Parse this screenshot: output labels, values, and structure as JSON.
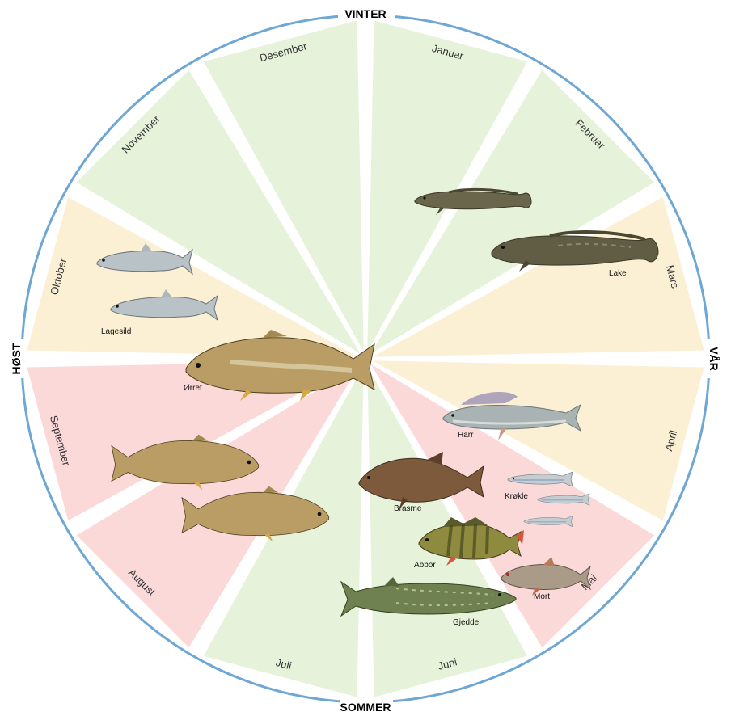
{
  "seasons": {
    "top": "VINTER",
    "right": "VÅR",
    "bottom": "SOMMER",
    "left": "HØST"
  },
  "colors": {
    "green": "#e6f2d9",
    "yellow": "#fbf0d3",
    "pink": "#fbd9d9",
    "ring": "#6ea6d4",
    "trout": "#b99a5e",
    "burbot": "#5d5a42",
    "pike": "#6b7d4e",
    "perch": "#8c8a3c",
    "bream": "#7a5a3d",
    "silver": "#b9c2c6",
    "grayling": "#9aa6a8",
    "roach": "#a79a88"
  },
  "months": [
    {
      "key": "januar",
      "label": "Januar",
      "color": "green"
    },
    {
      "key": "februar",
      "label": "Februar",
      "color": "green"
    },
    {
      "key": "mars",
      "label": "Mars",
      "color": "yellow"
    },
    {
      "key": "april",
      "label": "April",
      "color": "yellow"
    },
    {
      "key": "mai",
      "label": "Mai",
      "color": "pink"
    },
    {
      "key": "juni",
      "label": "Juni",
      "color": "green"
    },
    {
      "key": "juli",
      "label": "Juli",
      "color": "green"
    },
    {
      "key": "august",
      "label": "August",
      "color": "pink"
    },
    {
      "key": "september",
      "label": "September",
      "color": "pink"
    },
    {
      "key": "oktober",
      "label": "Oktober",
      "color": "yellow"
    },
    {
      "key": "november",
      "label": "November",
      "color": "green"
    },
    {
      "key": "desember",
      "label": "Desember",
      "color": "green"
    }
  ],
  "fish": [
    {
      "key": "lake",
      "label": "Lake",
      "icon": "burbot-icon"
    },
    {
      "key": "harr",
      "label": "Harr",
      "icon": "grayling-icon"
    },
    {
      "key": "krokle",
      "label": "Krøkle",
      "icon": "smelt-icon"
    },
    {
      "key": "brasme",
      "label": "Brasme",
      "icon": "bream-icon"
    },
    {
      "key": "abbor",
      "label": "Abbor",
      "icon": "perch-icon"
    },
    {
      "key": "mort",
      "label": "Mort",
      "icon": "roach-icon"
    },
    {
      "key": "gjedde",
      "label": "Gjedde",
      "icon": "pike-icon"
    },
    {
      "key": "orret",
      "label": "Ørret",
      "icon": "trout-icon"
    },
    {
      "key": "lagesild",
      "label": "Lagesild",
      "icon": "vendace-icon"
    }
  ]
}
